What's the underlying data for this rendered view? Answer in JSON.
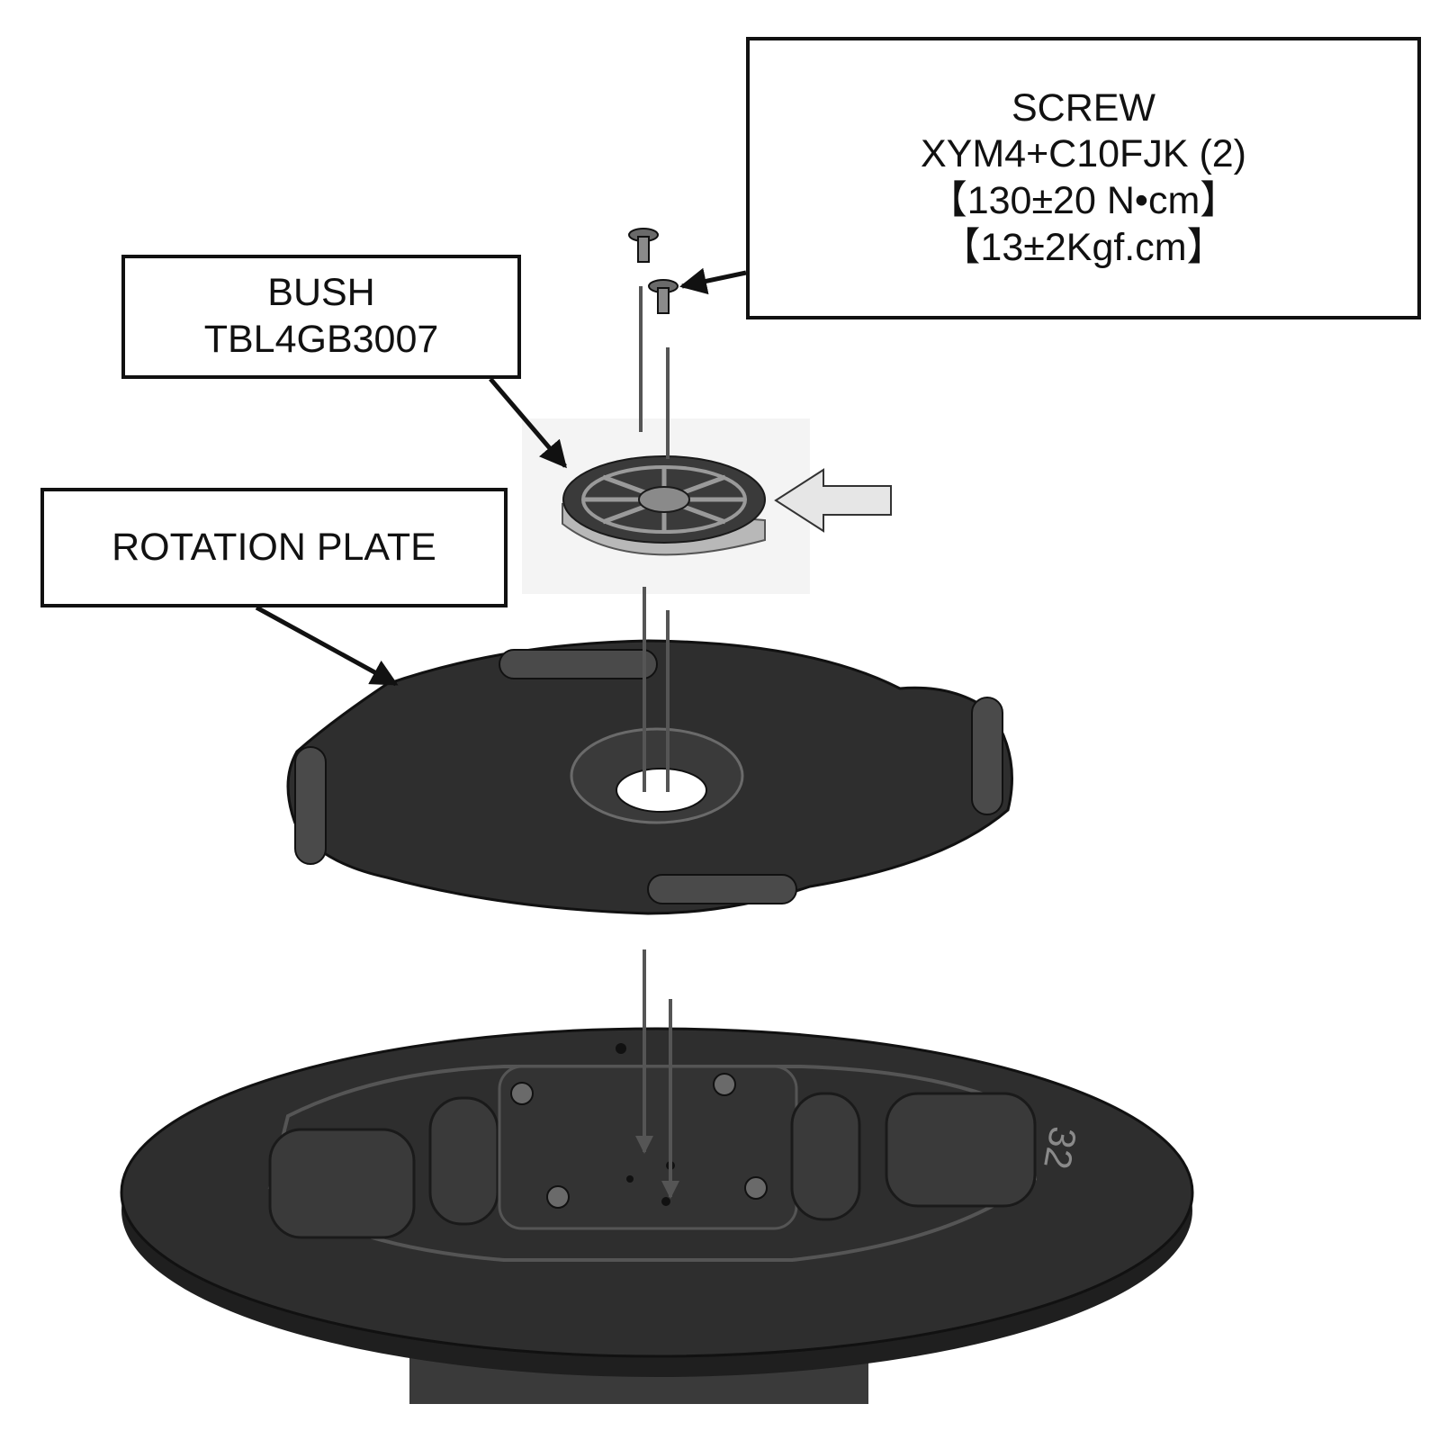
{
  "screw": {
    "name": "SCREW",
    "part_number": "XYM4+C10FJK (2)",
    "torque_ncm": "【130±20 N•cm】",
    "torque_kgf": "【13±2Kgf.cm】"
  },
  "bush": {
    "name": "BUSH",
    "part_number": "TBL4GB3007"
  },
  "rotation_plate": {
    "name": "ROTATION PLATE"
  },
  "base_marking": "32",
  "colors": {
    "part_dark": "#2b2b2b",
    "part_edge": "#111111",
    "recess": "#3a3a3a",
    "guide_line": "#555555",
    "pointer_arrow": "#e6e6e6"
  }
}
